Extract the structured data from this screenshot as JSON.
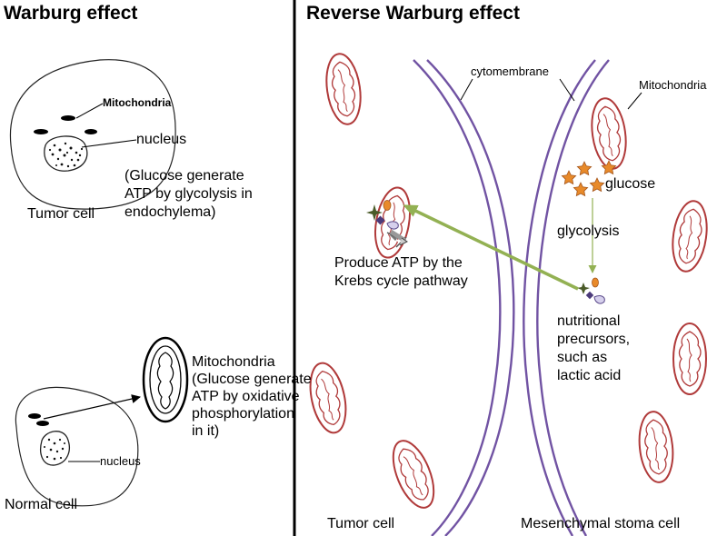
{
  "left_panel": {
    "title": "Warburg effect",
    "tumor_cell": {
      "mitochondria_label": "Mitochondria",
      "nucleus_label": "nucleus",
      "cell_label": "Tumor cell",
      "note_lines": [
        "(Glucose generate",
        "ATP by glycolysis in",
        "endochylema)"
      ]
    },
    "normal_cell": {
      "mitochondria_note_lines": [
        "Mitochondria",
        "(Glucose generate",
        "ATP by oxidative",
        "phosphorylation",
        "in it)"
      ],
      "nucleus_label": "nucleus",
      "cell_label": "Normal cell"
    }
  },
  "right_panel": {
    "title": "Reverse Warburg effect",
    "cytomembrane_label": "cytomembrane",
    "mitochondria_label": "Mitochondria",
    "glucose_label": "glucose",
    "glycolysis_label": "glycolysis",
    "atp_lines": [
      "Produce ATP by the",
      "Krebs cycle pathway"
    ],
    "precursor_lines": [
      "nutritional",
      "precursors,",
      "such as",
      "lactic acid"
    ],
    "tumor_cell_label": "Tumor cell",
    "stroma_cell_label": "Mesenchymal stoma cell"
  },
  "colors": {
    "membrane": "#7153a3",
    "mito_outer": "#b03a3a",
    "arrow": "#93b153",
    "glucose": "#e88a2a",
    "divider": "#000000"
  }
}
